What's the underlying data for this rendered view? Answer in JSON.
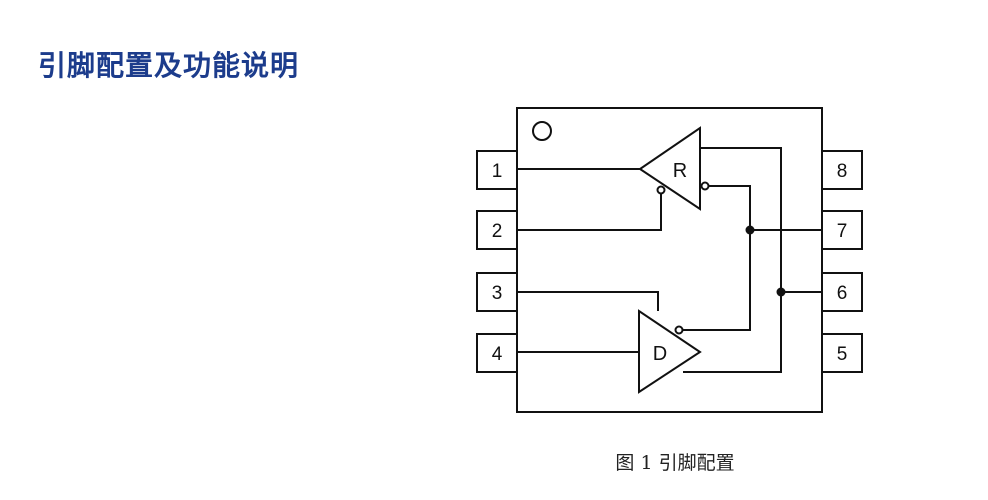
{
  "heading": "引脚配置及功能说明",
  "figure": {
    "pins_left": [
      "1",
      "2",
      "3",
      "4"
    ],
    "pins_right": [
      "8",
      "7",
      "6",
      "5"
    ],
    "receiver_label": "R",
    "driver_label": "D",
    "caption": "图 1 引脚配置"
  }
}
